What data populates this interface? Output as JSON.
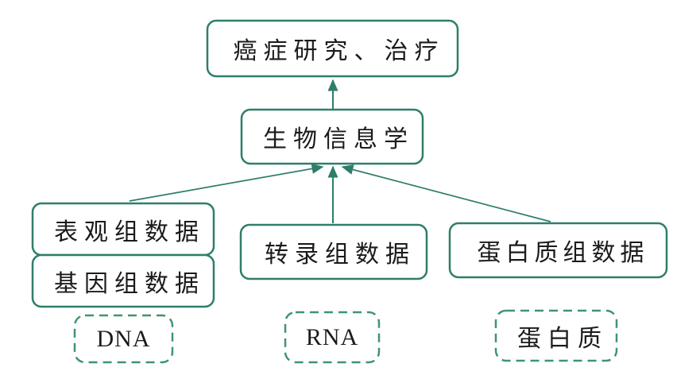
{
  "colors": {
    "solid_border": "#2E7E6A",
    "dashed_border": "#3F9377",
    "arrow": "#2E7E6A",
    "text": "#1B1B1B",
    "background": "#FFFFFF"
  },
  "diagram": {
    "nodes": {
      "cancer": {
        "label": "癌症研究、治疗",
        "style": "solid"
      },
      "bioinformatics": {
        "label": "生物信息学",
        "style": "solid"
      },
      "epigenome": {
        "label": "表观组数据",
        "style": "solid"
      },
      "genome": {
        "label": "基因组数据",
        "style": "solid"
      },
      "transcriptome": {
        "label": "转录组数据",
        "style": "solid"
      },
      "proteome": {
        "label": "蛋白质组数据",
        "style": "solid"
      },
      "dna": {
        "label": "DNA",
        "style": "dashed"
      },
      "rna": {
        "label": "RNA",
        "style": "dashed"
      },
      "protein": {
        "label": "蛋白质",
        "style": "dashed"
      }
    },
    "edges": [
      {
        "from": "bioinformatics",
        "to": "cancer"
      },
      {
        "from": "epigenome",
        "to": "bioinformatics"
      },
      {
        "from": "transcriptome",
        "to": "bioinformatics"
      },
      {
        "from": "proteome",
        "to": "bioinformatics"
      }
    ]
  }
}
